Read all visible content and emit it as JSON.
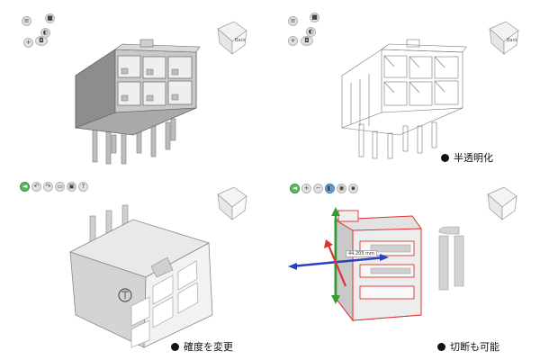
{
  "panels": [
    {
      "id": "opaque-view",
      "caption": "",
      "cube_label": "Back"
    },
    {
      "id": "transparent-view",
      "caption": "半透明化",
      "cube_label": "Back"
    },
    {
      "id": "angle-view",
      "caption": "確度を変更",
      "cube_label": ""
    },
    {
      "id": "section-view",
      "caption": "切断も可能",
      "cube_label": "",
      "measurement": "44.205 mm"
    }
  ],
  "toolbar_top": {
    "icons": [
      "list-icon",
      "layers-icon",
      "settings-icon",
      "move-icon",
      "gamepad-icon"
    ]
  },
  "toolbar_bottom": {
    "icons": [
      "home-icon",
      "undo-icon",
      "redo-icon",
      "fit-icon",
      "screen-icon",
      "help-icon"
    ]
  },
  "toolbar_section": {
    "icons": [
      "home-icon",
      "zoom-in-icon",
      "zoom-out-icon",
      "section-icon",
      "view-icon",
      "camera-icon"
    ]
  },
  "colors": {
    "accent_green": "#5cb85c",
    "section_red": "#e03030",
    "axis_blue": "#2a3fbf",
    "axis_green": "#2fa02f"
  }
}
